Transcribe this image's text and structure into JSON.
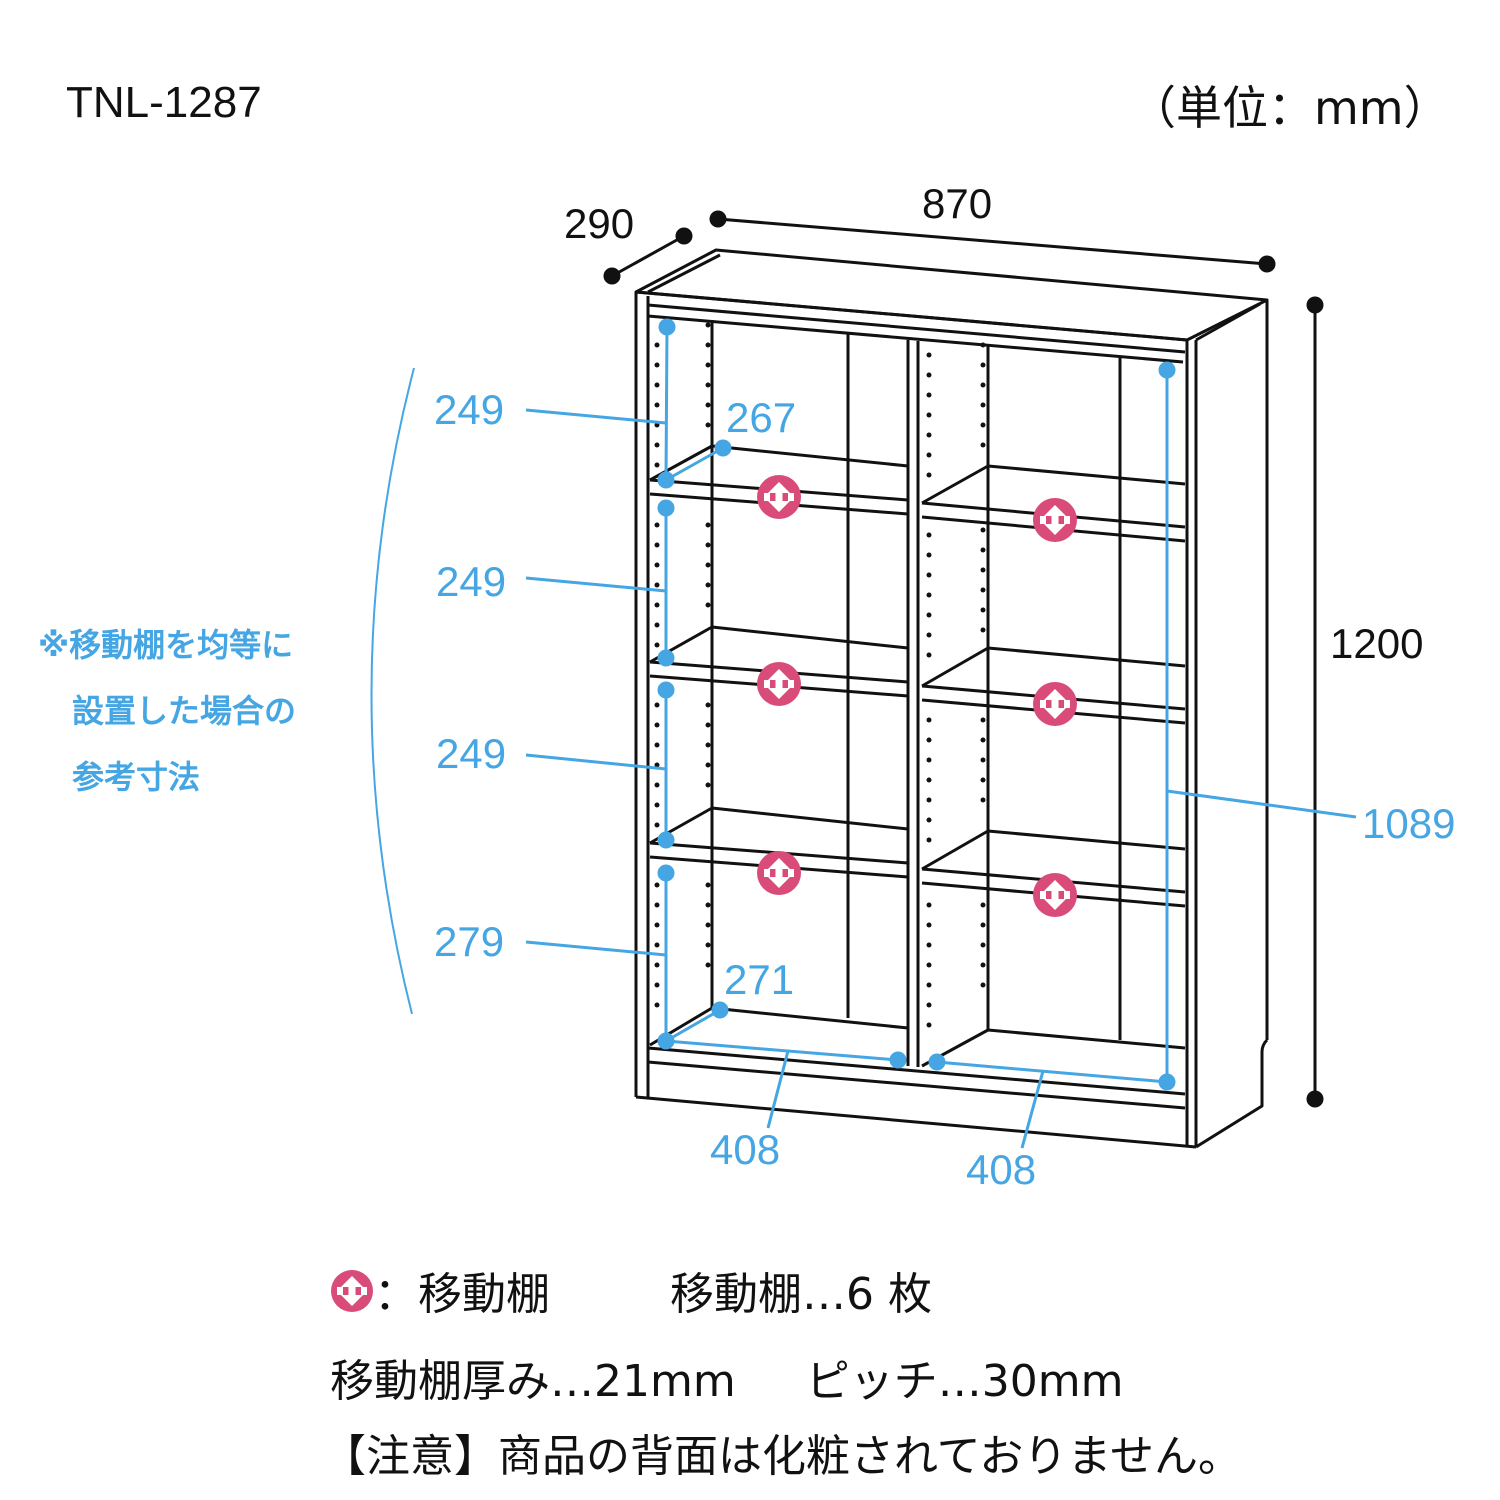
{
  "header": {
    "model": "TNL-1287",
    "unit_label": "（単位：mm）"
  },
  "dimensions": {
    "outer": {
      "width": "870",
      "depth": "290",
      "height": "1200"
    },
    "inner": {
      "shelf_spacing_1": "249",
      "shelf_spacing_2": "249",
      "shelf_spacing_3": "249",
      "shelf_spacing_4": "279",
      "top_depth": "267",
      "bottom_depth": "271",
      "inner_height": "1089",
      "left_inner_width": "408",
      "right_inner_width": "408"
    }
  },
  "note": {
    "line1": "※移動棚を均等に",
    "line2": "設置した場合の",
    "line3": "参考寸法"
  },
  "legend": {
    "icon": "movable-shelf-icon",
    "icon_label": "：移動棚",
    "count_text": "移動棚…6 枚"
  },
  "specs": {
    "thickness": "移動棚厚み…21mm",
    "pitch": "ピッチ…30mm"
  },
  "caution": "【注意】商品の背面は化粧されておりません。",
  "colors": {
    "dimension_blue": "#45a6e3",
    "movable_marker_pink": "#d94c7a",
    "line_black": "#111111"
  }
}
